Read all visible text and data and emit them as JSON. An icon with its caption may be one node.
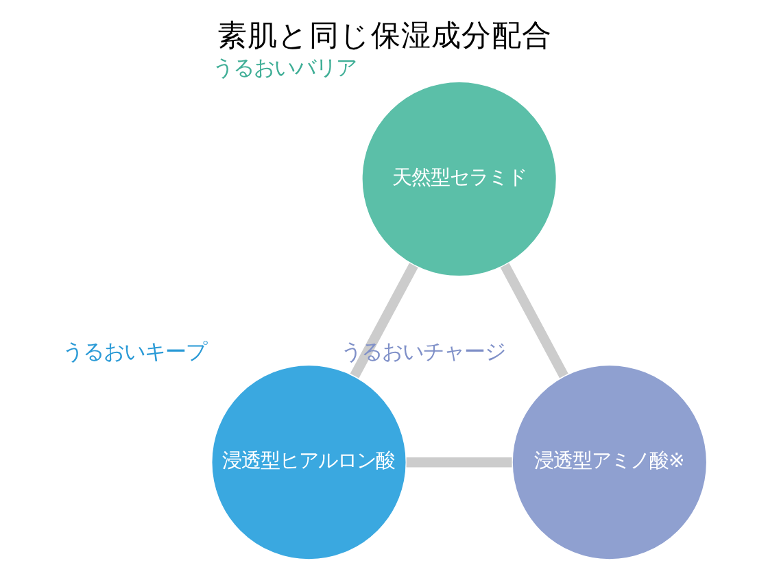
{
  "diagram": {
    "title": "素肌と同じ保湿成分配合",
    "nodes": [
      {
        "text": [
          "天然型セラミド"
        ],
        "beside": [
          "うるおいバリア"
        ]
      },
      {
        "text": [
          "浸透型ヒアルロン酸"
        ],
        "beside": [
          "うるおいキープ"
        ]
      },
      {
        "text": [
          "浸透型アミノ酸※"
        ],
        "beside": [
          "うるおいチャージ"
        ]
      }
    ],
    "edges": [
      {
        "from": 0,
        "to": 1,
        "arrow": "none"
      },
      {
        "from": 0,
        "to": 2,
        "arrow": "none"
      },
      {
        "from": 1,
        "to": 2,
        "arrow": "none"
      }
    ]
  }
}
